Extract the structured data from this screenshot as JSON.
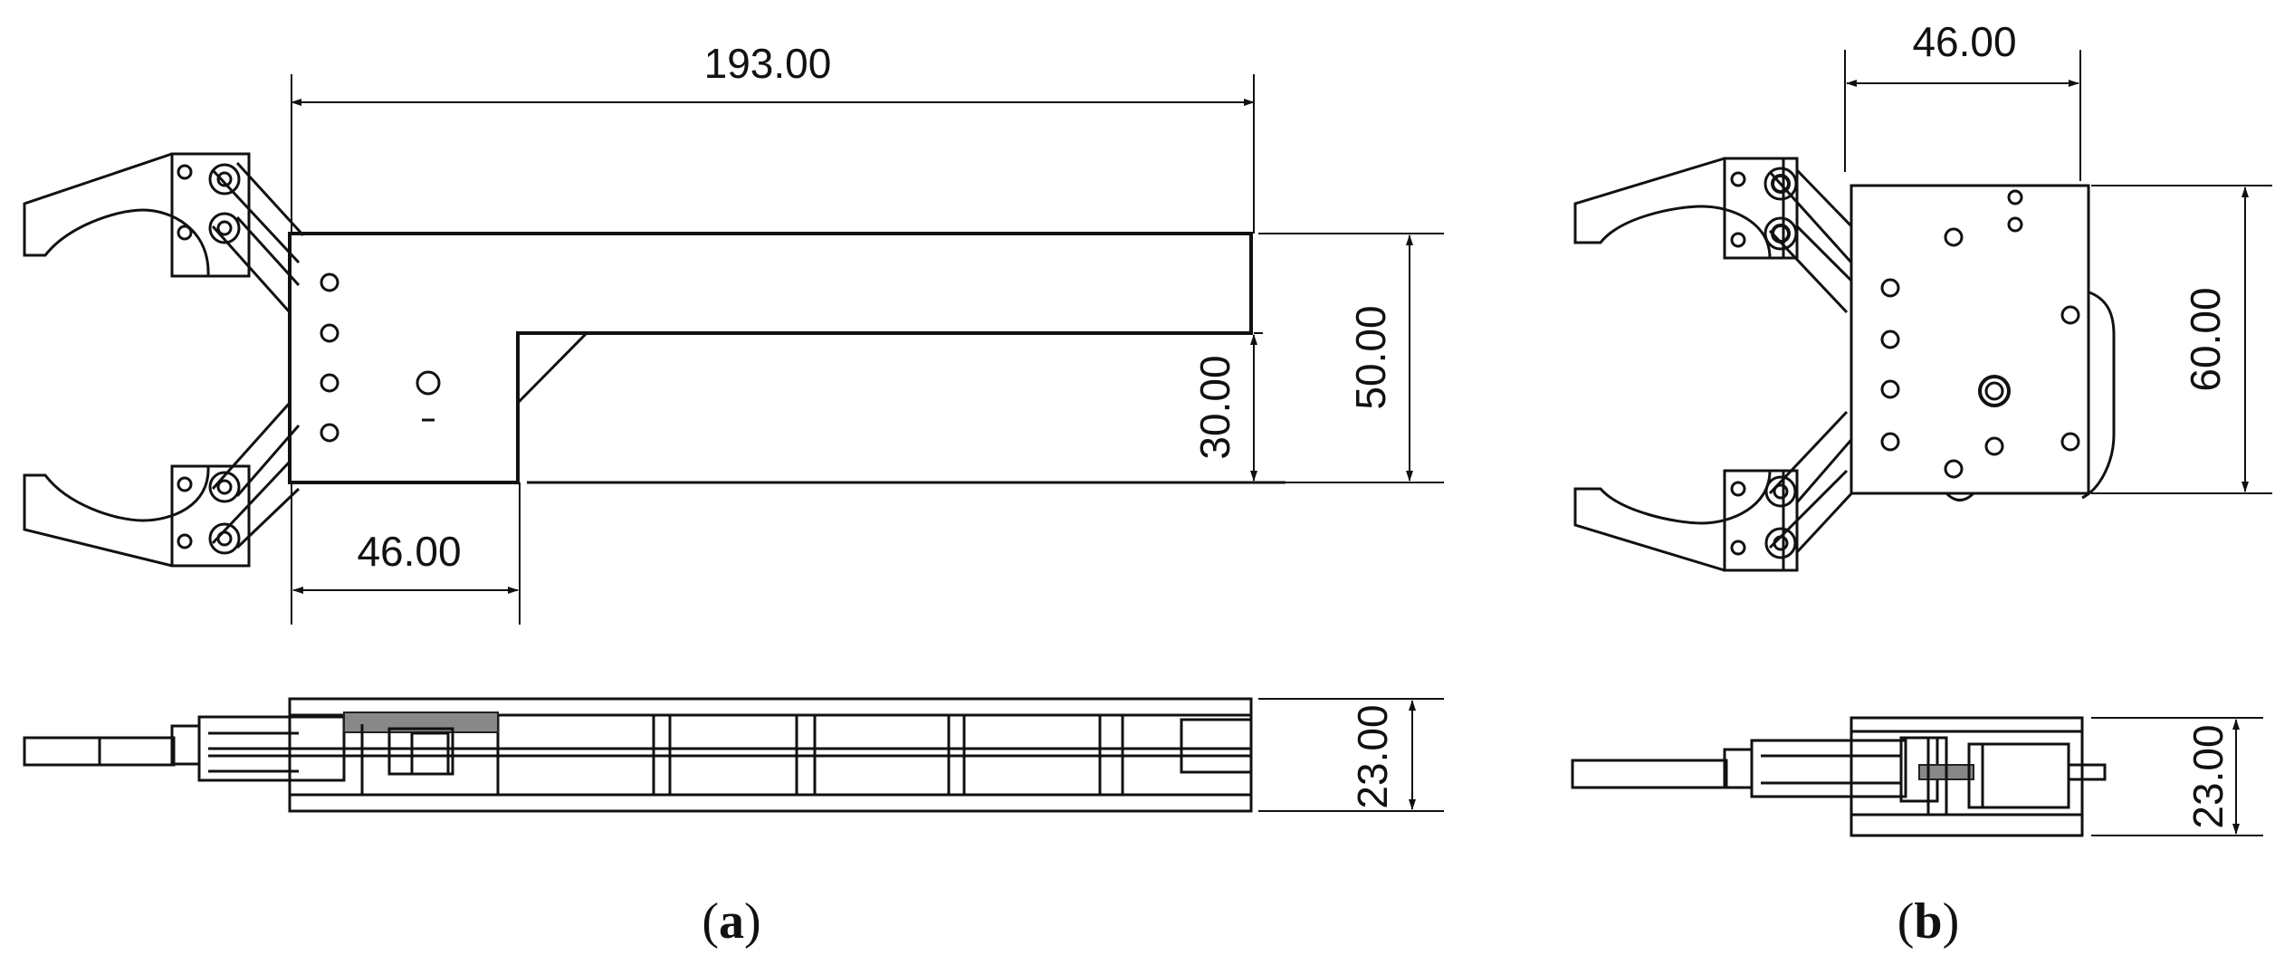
{
  "figure": {
    "panel_a": {
      "caption_open": "(",
      "caption_letter": "a",
      "caption_close": ")",
      "dimensions": {
        "overall_length": "193.00",
        "height_total": "50.00",
        "height_step": "30.00",
        "step_length": "46.00",
        "thickness": "23.00"
      }
    },
    "panel_b": {
      "caption_open": "(",
      "caption_letter": "b",
      "caption_close": ")",
      "dimensions": {
        "width": "46.00",
        "height": "60.00",
        "thickness": "23.00"
      }
    }
  },
  "colors": {
    "line": "#111111",
    "background": "#ffffff"
  }
}
